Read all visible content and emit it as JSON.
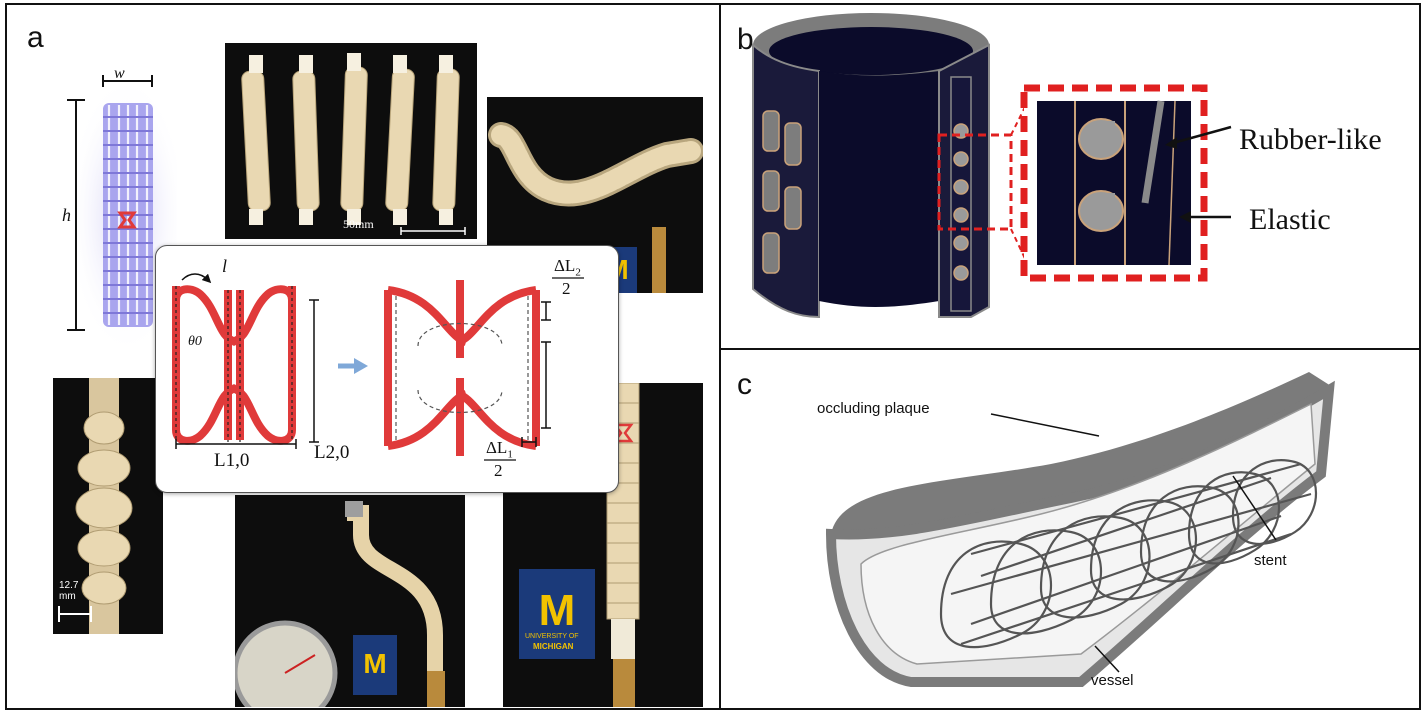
{
  "panels": {
    "a": {
      "label": "a",
      "dim_w": "w",
      "dim_h": "h",
      "scale_50mm": "50mm",
      "scale_12mm": "12.7\nmm",
      "inset": {
        "l": "l",
        "theta": "θ0",
        "L1": "L1,0",
        "L2": "L2,0",
        "dL2_num": "ΔL",
        "dL2_sub": "2",
        "dL2_den": "2",
        "dL1_num": "ΔL",
        "dL1_sub": "1",
        "dL1_den": "2"
      },
      "logo_letter": "M",
      "logo_text_1": "UNIVERSITY OF",
      "logo_text_2": "MICHIGAN"
    },
    "b": {
      "label": "b",
      "rubber": "Rubber-like",
      "elastic": "Elastic"
    },
    "c": {
      "label": "c",
      "plaque": "occluding plaque",
      "stent": "stent",
      "vessel": "vessel"
    }
  },
  "colors": {
    "lattice": "#a9a5ee",
    "red": "#e03a3a",
    "tube": "#e8d7b0",
    "vessel_wall": "#7b7b7b"
  }
}
